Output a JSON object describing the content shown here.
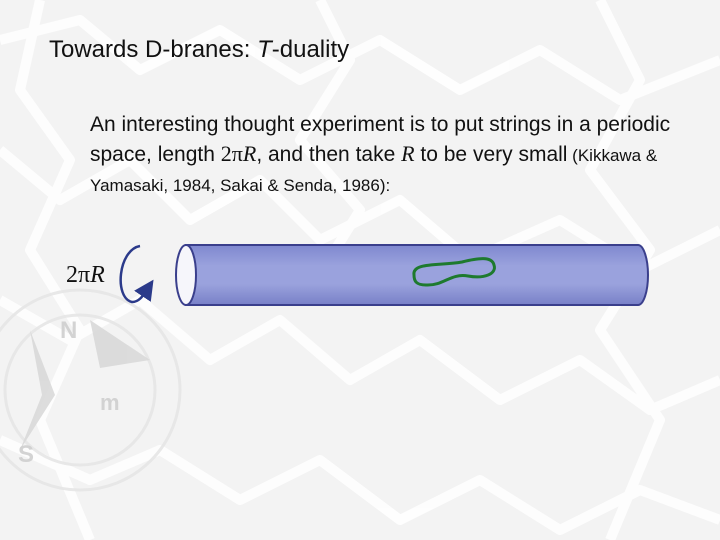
{
  "slide": {
    "title_prefix": "Towards D-branes: ",
    "title_T": "T",
    "title_suffix": "-duality",
    "body": {
      "part1": "An interesting thought experiment is to put strings in a periodic space, length ",
      "math_2pi": "2π",
      "math_R": "R",
      "part2": ", and then take ",
      "math_R2": "R",
      "part3": " to be very small",
      "citation": " (Kikkawa & Yamasaki, 1984, Sakai & Senda, 1986):"
    },
    "diagram": {
      "label_2pi": "2π",
      "label_R": "R",
      "cylinder_color": "#9098d6",
      "cylinder_edge": "#3a3f8c",
      "string_color": "#1e7a2e",
      "arrow_color": "#2b3a8a"
    }
  }
}
